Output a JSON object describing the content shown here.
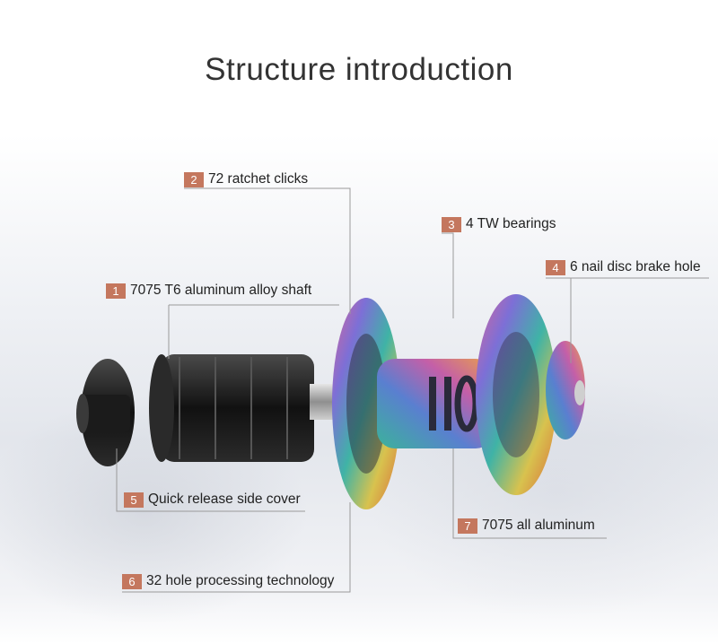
{
  "title": "Structure introduction",
  "callouts": [
    {
      "num": "2",
      "label": "72 ratchet clicks"
    },
    {
      "num": "3",
      "label": "4 TW bearings"
    },
    {
      "num": "4",
      "label": "6 nail disc brake hole"
    },
    {
      "num": "1",
      "label": "7075 T6 aluminum alloy shaft"
    },
    {
      "num": "5",
      "label": "Quick release side cover"
    },
    {
      "num": "7",
      "label": "7075 all aluminum"
    },
    {
      "num": "6",
      "label": "32 hole processing technology"
    }
  ],
  "colors": {
    "badge": "#c4775e",
    "leader": "#999999",
    "title": "#333333"
  }
}
